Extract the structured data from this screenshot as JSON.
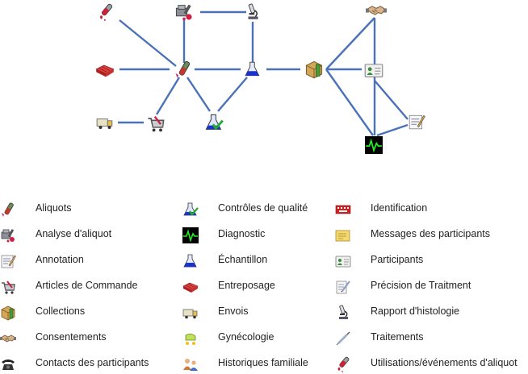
{
  "legend": {
    "col1": [
      {
        "label": "Aliquots",
        "icon": "aliquots-icon"
      },
      {
        "label": "Analyse d'aliquot",
        "icon": "aliquot-analysis-icon"
      },
      {
        "label": "Annotation",
        "icon": "annotation-icon"
      },
      {
        "label": "Articles de Commande",
        "icon": "order-items-icon"
      },
      {
        "label": "Collections",
        "icon": "collections-icon"
      },
      {
        "label": "Consentements",
        "icon": "consents-icon"
      },
      {
        "label": "Contacts des participants",
        "icon": "participant-contacts-icon"
      }
    ],
    "col2": [
      {
        "label": "Contrôles de qualité",
        "icon": "quality-control-icon"
      },
      {
        "label": "Diagnostic",
        "icon": "diagnostic-icon"
      },
      {
        "label": "Échantillon",
        "icon": "sample-icon"
      },
      {
        "label": "Entreposage",
        "icon": "storage-icon"
      },
      {
        "label": "Envois",
        "icon": "shipments-icon"
      },
      {
        "label": "Gynécologie",
        "icon": "gynecology-icon"
      },
      {
        "label": "Historiques familiale",
        "icon": "family-history-icon"
      }
    ],
    "col3": [
      {
        "label": "Identification",
        "icon": "identification-icon"
      },
      {
        "label": "Messages des participants",
        "icon": "participant-messages-icon"
      },
      {
        "label": "Participants",
        "icon": "participants-icon"
      },
      {
        "label": "Précision de Traitment",
        "icon": "treatment-precision-icon"
      },
      {
        "label": "Rapport d'histologie",
        "icon": "histology-report-icon"
      },
      {
        "label": "Traitements",
        "icon": "treatments-icon"
      },
      {
        "label": "Utilisations/événements d'aliquot",
        "icon": "aliquot-uses-icon"
      }
    ]
  },
  "diagram": {
    "edge_color": "#4a72b8",
    "nodes": [
      "aliquot-uses-icon",
      "aliquot-analysis-icon",
      "histology-report-icon",
      "storage-icon",
      "aliquots-icon",
      "sample-icon",
      "collections-icon",
      "shipments-icon",
      "order-items-icon",
      "quality-control-icon",
      "consents-icon",
      "participants-icon",
      "annotation-icon",
      "diagnostic-icon"
    ]
  }
}
